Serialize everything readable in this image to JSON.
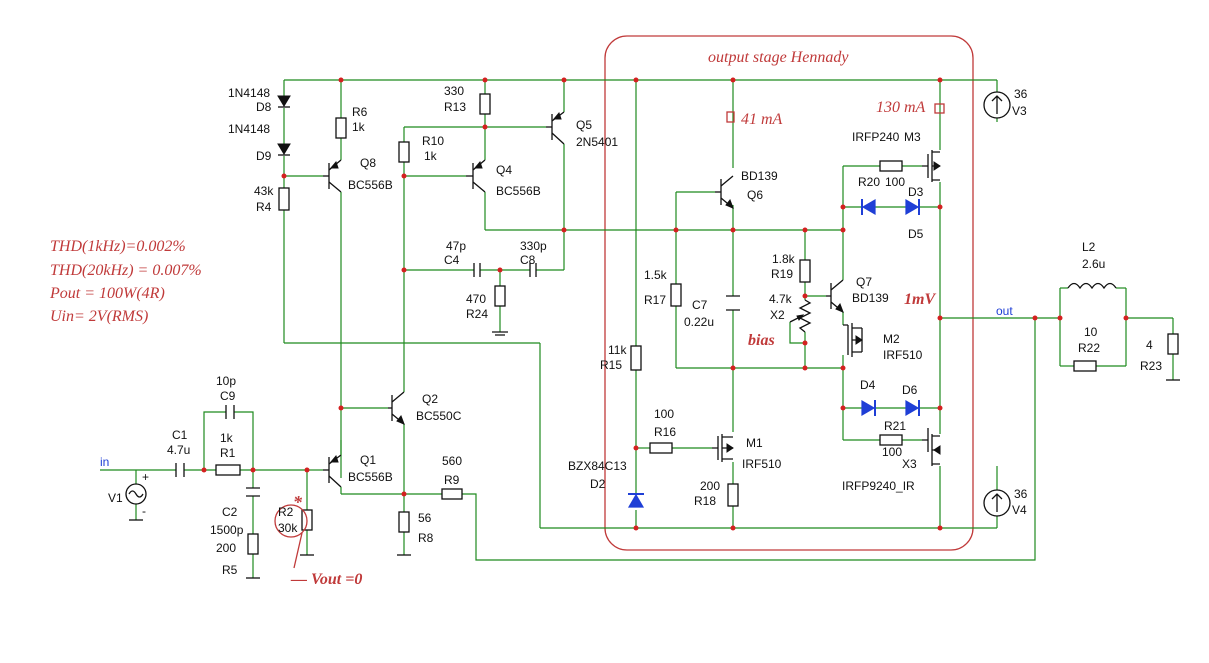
{
  "stage_title": "output stage Hennady",
  "notes": [
    "THD(1kHz)=0.002%",
    "THD(20kHz) = 0.007%",
    "Pout = 100W(4R)",
    "Uin= 2V(RMS)"
  ],
  "annotations": {
    "i_q6": "41 mA",
    "i_m3": "130 mA",
    "offset": "1mV",
    "bias": "bias",
    "vout": "— Vout =0",
    "star": "*"
  },
  "nets": {
    "in": "in",
    "out": "out"
  },
  "parts": {
    "D8": {
      "ref": "D8",
      "val": "1N4148"
    },
    "D9": {
      "ref": "D9",
      "val": "1N4148"
    },
    "R4": {
      "ref": "R4",
      "val": "43k"
    },
    "R6": {
      "ref": "R6",
      "val": "1k"
    },
    "Q8": {
      "ref": "Q8",
      "val": "BC556B"
    },
    "R10": {
      "ref": "R10",
      "val": "1k"
    },
    "R13": {
      "ref": "R13",
      "val": "330"
    },
    "Q4": {
      "ref": "Q4",
      "val": "BC556B"
    },
    "Q5": {
      "ref": "Q5",
      "val": "2N5401"
    },
    "C4": {
      "ref": "C4",
      "val": "47p"
    },
    "C8": {
      "ref": "C8",
      "val": "330p"
    },
    "R24": {
      "ref": "R24",
      "val": "470"
    },
    "Q2": {
      "ref": "Q2",
      "val": "BC550C"
    },
    "Q1": {
      "ref": "Q1",
      "val": "BC556B"
    },
    "C9": {
      "ref": "C9",
      "val": "10p"
    },
    "R1": {
      "ref": "R1",
      "val": "1k"
    },
    "C1": {
      "ref": "C1",
      "val": "4.7u"
    },
    "V1": {
      "ref": "V1"
    },
    "C2": {
      "ref": "C2",
      "val": "1500p"
    },
    "R5": {
      "ref": "R5",
      "val": "200"
    },
    "R2": {
      "ref": "R2",
      "val": "30k"
    },
    "R9": {
      "ref": "R9",
      "val": "560"
    },
    "R8": {
      "ref": "R8",
      "val": "56"
    },
    "R17": {
      "ref": "R17",
      "val": "1.5k"
    },
    "R15": {
      "ref": "R15",
      "val": "11k"
    },
    "D2": {
      "ref": "D2",
      "val": "BZX84C13"
    },
    "R16": {
      "ref": "R16",
      "val": "100"
    },
    "M1": {
      "ref": "M1",
      "val": "IRF510"
    },
    "R18": {
      "ref": "R18",
      "val": "200"
    },
    "Q6": {
      "ref": "Q6",
      "val": "BD139"
    },
    "C7": {
      "ref": "C7",
      "val": "0.22u"
    },
    "R19": {
      "ref": "R19",
      "val": "1.8k"
    },
    "X2": {
      "ref": "X2",
      "val": "4.7k"
    },
    "Q7": {
      "ref": "Q7",
      "val": "BD139"
    },
    "M2": {
      "ref": "M2",
      "val": "IRF510"
    },
    "M3": {
      "ref": "M3",
      "val": "IRFP240"
    },
    "R20": {
      "ref": "R20",
      "val": "100"
    },
    "D3": {
      "ref": "D3"
    },
    "D5": {
      "ref": "D5"
    },
    "D4": {
      "ref": "D4"
    },
    "D6": {
      "ref": "D6"
    },
    "R21": {
      "ref": "R21",
      "val": "100"
    },
    "X3": {
      "ref": "X3",
      "val": "IRFP9240_IR"
    },
    "V3": {
      "ref": "V3",
      "val": "36"
    },
    "V4": {
      "ref": "V4",
      "val": "36"
    },
    "L2": {
      "ref": "L2",
      "val": "2.6u"
    },
    "R22": {
      "ref": "R22",
      "val": "10"
    },
    "R23": {
      "ref": "R23",
      "val": "4"
    }
  }
}
